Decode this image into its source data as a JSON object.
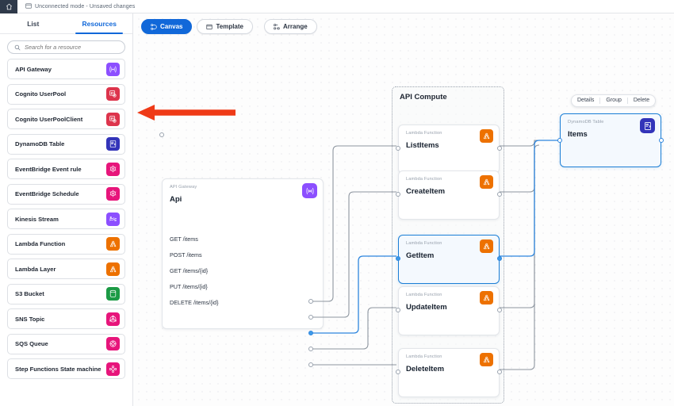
{
  "header": {
    "home_icon": "home-icon",
    "status_icon": "window-icon",
    "status_text": "Unconnected mode - Unsaved changes"
  },
  "sidebar": {
    "tabs": [
      {
        "label": "List",
        "active": false
      },
      {
        "label": "Resources",
        "active": true
      }
    ],
    "search": {
      "placeholder": "Search for a resource",
      "value": "",
      "icon": "search-icon"
    },
    "resources": [
      {
        "label": "API Gateway",
        "icon": "api-gateway-icon",
        "color": "#8c4fff"
      },
      {
        "label": "Cognito UserPool",
        "icon": "cognito-icon",
        "color": "#dd344c"
      },
      {
        "label": "Cognito UserPoolClient",
        "icon": "cognito-icon",
        "color": "#dd344c"
      },
      {
        "label": "DynamoDB Table",
        "icon": "dynamodb-icon",
        "color": "#3334b9"
      },
      {
        "label": "EventBridge Event rule",
        "icon": "eventbridge-icon",
        "color": "#e7157b"
      },
      {
        "label": "EventBridge Schedule",
        "icon": "eventbridge-icon",
        "color": "#e7157b"
      },
      {
        "label": "Kinesis Stream",
        "icon": "kinesis-icon",
        "color": "#8c4fff"
      },
      {
        "label": "Lambda Function",
        "icon": "lambda-icon",
        "color": "#ed7100"
      },
      {
        "label": "Lambda Layer",
        "icon": "lambda-icon",
        "color": "#ed7100"
      },
      {
        "label": "S3 Bucket",
        "icon": "s3-icon",
        "color": "#1b9a45"
      },
      {
        "label": "SNS Topic",
        "icon": "sns-icon",
        "color": "#e7157b"
      },
      {
        "label": "SQS Queue",
        "icon": "sqs-icon",
        "color": "#e7157b"
      },
      {
        "label": "Step Functions State machine",
        "icon": "stepfunctions-icon",
        "color": "#e7157b"
      }
    ]
  },
  "toolbar": {
    "buttons": [
      {
        "label": "Canvas",
        "icon": "canvas-icon",
        "active": true
      },
      {
        "label": "Template",
        "icon": "template-icon",
        "active": false
      },
      {
        "label": "Arrange",
        "icon": "arrange-icon",
        "active": false
      }
    ]
  },
  "context_toolbar": {
    "details_label": "Details",
    "group_label": "Group",
    "delete_label": "Delete"
  },
  "canvas": {
    "group": {
      "title": "API Compute"
    },
    "api_gateway_node": {
      "kind": "API Gateway",
      "title": "Api",
      "icon": "api-gateway-icon",
      "routes": [
        {
          "label": "GET /items",
          "selected": false
        },
        {
          "label": "POST /items",
          "selected": false
        },
        {
          "label": "GET /items/{id}",
          "selected": true
        },
        {
          "label": "PUT /items/{id}",
          "selected": false
        },
        {
          "label": "DELETE /items/{id}",
          "selected": false
        }
      ]
    },
    "lambda_nodes": [
      {
        "kind": "Lambda Function",
        "title": "ListItems",
        "icon": "lambda-icon",
        "selected": false
      },
      {
        "kind": "Lambda Function",
        "title": "CreateItem",
        "icon": "lambda-icon",
        "selected": false
      },
      {
        "kind": "Lambda Function",
        "title": "GetItem",
        "icon": "lambda-icon",
        "selected": true
      },
      {
        "kind": "Lambda Function",
        "title": "UpdateItem",
        "icon": "lambda-icon",
        "selected": false
      },
      {
        "kind": "Lambda Function",
        "title": "DeleteItem",
        "icon": "lambda-icon",
        "selected": false
      }
    ],
    "table_node": {
      "kind": "DynamoDB Table",
      "title": "Items",
      "icon": "dynamodb-icon",
      "selected": true
    }
  },
  "annotation": {
    "arrow": "left-pointing-arrow",
    "color": "#ef3a17"
  },
  "colors": {
    "accent": "#1168d9",
    "selected_node": "#1c7fd6",
    "wire": "#8d959f",
    "wire_active": "#2e86de",
    "annotation": "#ef3a17"
  }
}
